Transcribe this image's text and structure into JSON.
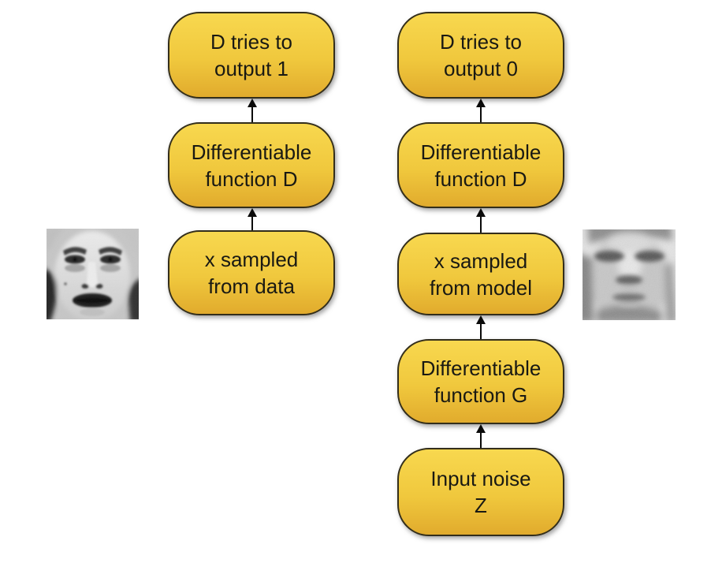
{
  "diagram": {
    "title_semantic": "GAN training flow diagram",
    "colors": {
      "background": "#ffffff",
      "box_fill_top": "#f8d84f",
      "box_fill_bottom": "#e1ab2d",
      "box_border": "#332e1b",
      "box_text": "#191913",
      "arrow": "#0a0a0a"
    },
    "columns": [
      {
        "id": "real-data-path",
        "boxes": [
          {
            "line1": "D tries to",
            "line2": "output 1"
          },
          {
            "line1": "Differentiable",
            "line2": "function D"
          },
          {
            "line1": "x sampled",
            "line2": "from data"
          }
        ]
      },
      {
        "id": "generator-path",
        "boxes": [
          {
            "line1": "D tries to",
            "line2": "output 0"
          },
          {
            "line1": "Differentiable",
            "line2": "function D"
          },
          {
            "line1": "x sampled",
            "line2": "from model"
          },
          {
            "line1": "Differentiable",
            "line2": "function G"
          },
          {
            "line1": "Input noise",
            "line2": "Z"
          }
        ]
      }
    ],
    "images": [
      {
        "icon": "real-face-photo-icon",
        "side": "left"
      },
      {
        "icon": "generated-face-photo-icon",
        "side": "right"
      }
    ]
  }
}
